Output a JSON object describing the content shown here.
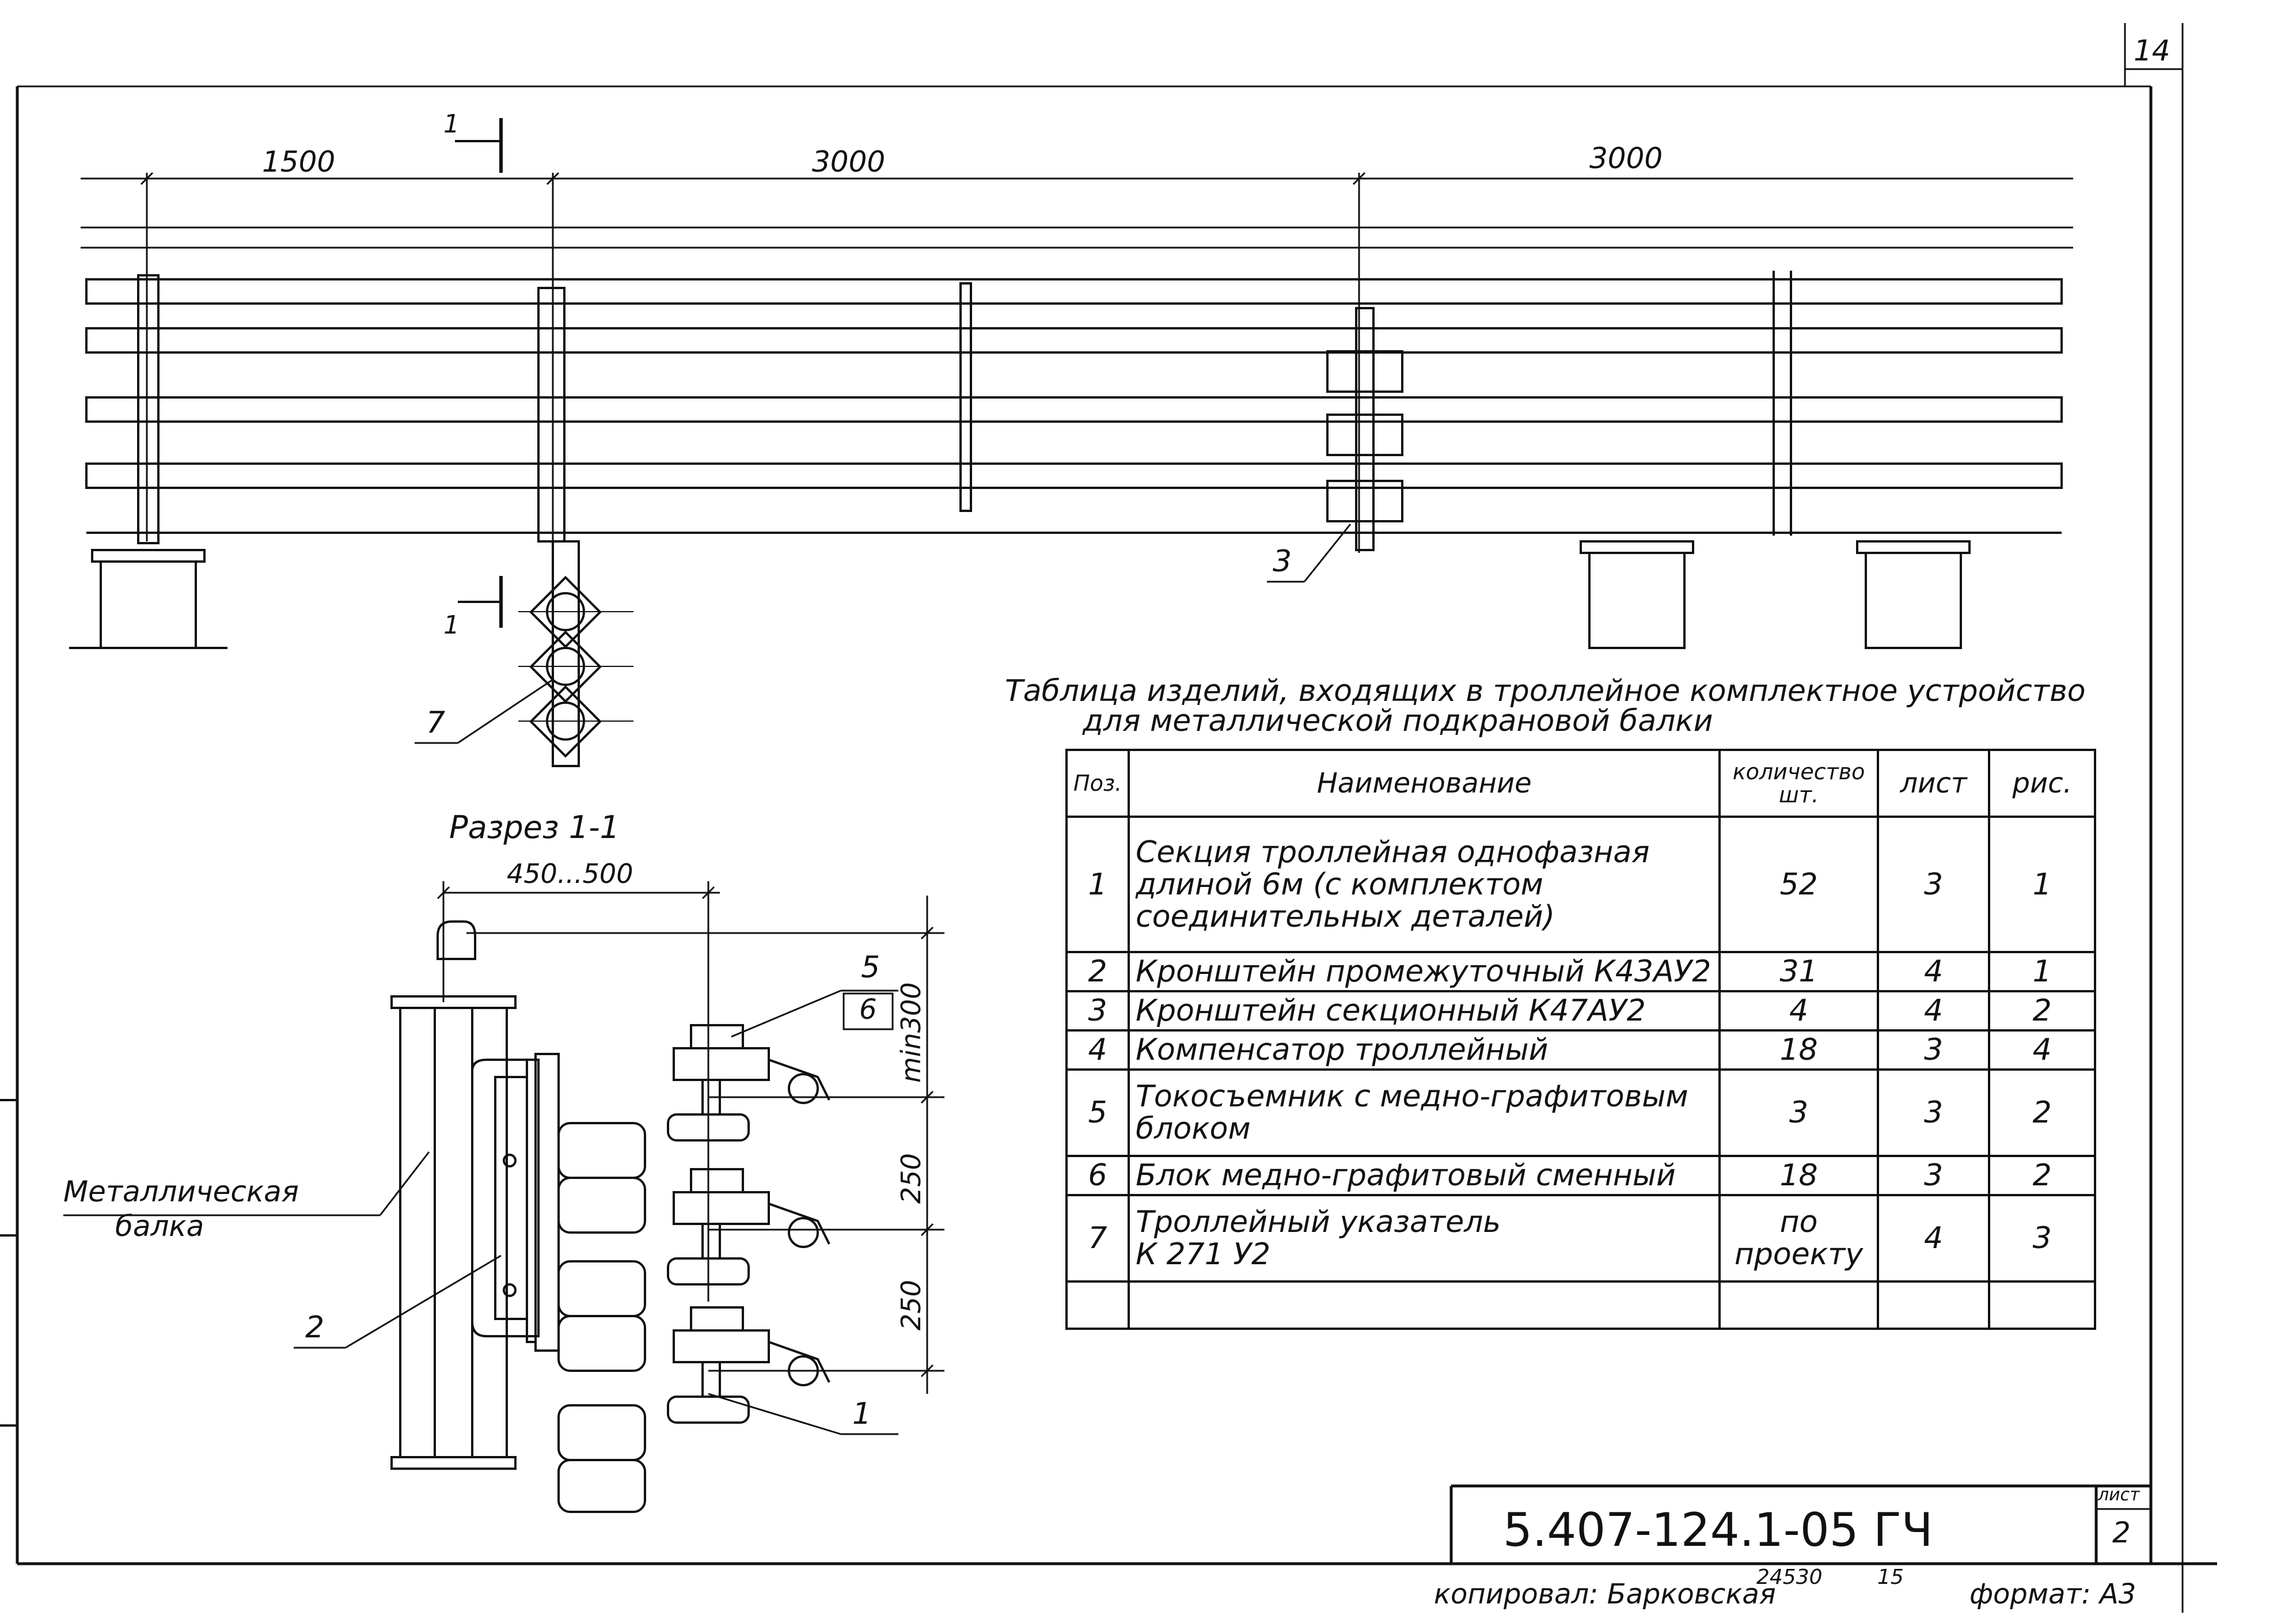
{
  "sheet_corner_number": "14",
  "dimensions": {
    "d1": "1500",
    "d2": "3000",
    "d3": "3000"
  },
  "section_mark": "1",
  "section_title": "Разрез 1-1",
  "section_dims": {
    "width": "450...500",
    "min": "min300",
    "gap1": "250",
    "gap2": "250"
  },
  "callouts": {
    "p1": "1",
    "p2": "2",
    "p3": "3",
    "p5": "5",
    "p6": "6",
    "p7": "7"
  },
  "beam_label": {
    "line1": "Металлическая",
    "line2": "балка"
  },
  "table": {
    "title_line1": "Таблица изделий, входящих в троллейное комплектное устройство",
    "title_line2": "для металлической подкрановой балки",
    "headers": {
      "pos": "Поз.",
      "name": "Наименование",
      "qty_line1": "количество",
      "qty_line2": "шт.",
      "sheet": "лист",
      "fig": "рис."
    },
    "rows": [
      {
        "pos": "1",
        "name": "Секция троллейная однофазная\nдлиной 6м (с комплектом\nсоединительных деталей)",
        "qty": "52",
        "sheet": "3",
        "fig": "1"
      },
      {
        "pos": "2",
        "name": "Кронштейн промежуточный К43АУ2",
        "qty": "31",
        "sheet": "4",
        "fig": "1"
      },
      {
        "pos": "3",
        "name": "Кронштейн секционный К47АУ2",
        "qty": "4",
        "sheet": "4",
        "fig": "2"
      },
      {
        "pos": "4",
        "name": "Компенсатор троллейный",
        "qty": "18",
        "sheet": "3",
        "fig": "4"
      },
      {
        "pos": "5",
        "name": "Токосъемник с медно-графитовым\nблоком",
        "qty": "3",
        "sheet": "3",
        "fig": "2"
      },
      {
        "pos": "6",
        "name": "Блок медно-графитовый сменный",
        "qty": "18",
        "sheet": "3",
        "fig": "2"
      },
      {
        "pos": "7",
        "name": "Троллейный указатель\nК 271 У2",
        "qty": "по\nпроекту",
        "sheet": "4",
        "fig": "3"
      }
    ]
  },
  "stamp": {
    "code": "5.407-124.1-05 ГЧ",
    "sheet_label": "лист",
    "sheet_number": "2"
  },
  "footer": {
    "copied": "копировал: Барковская",
    "num1": "24530",
    "num2": "15",
    "format": "формат: А3"
  }
}
